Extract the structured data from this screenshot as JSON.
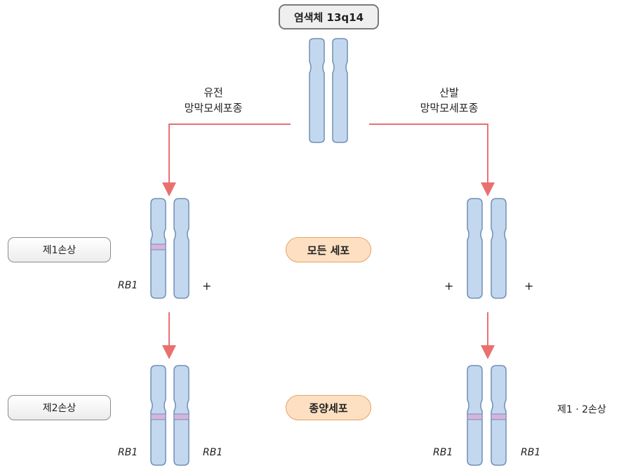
{
  "title": "염색체 13q14",
  "hereditary": {
    "line1": "유전",
    "line2": "망막모세포종"
  },
  "sporadic": {
    "line1": "산발",
    "line2": "망막모세포종"
  },
  "first_hit": "제1손상",
  "second_hit": "제2손상",
  "all_cells": "모든 세포",
  "tumor_cells": "종양세포",
  "both_hits": "제1 · 2손상",
  "gene_label": "RB1",
  "plus": "+",
  "colors": {
    "chromosome_fill": "#c3d8ee",
    "chromosome_stroke": "#6f8fb5",
    "arrow": "#ea7070",
    "band": "#d8b3de",
    "pill_fill": "#fde0c2"
  }
}
